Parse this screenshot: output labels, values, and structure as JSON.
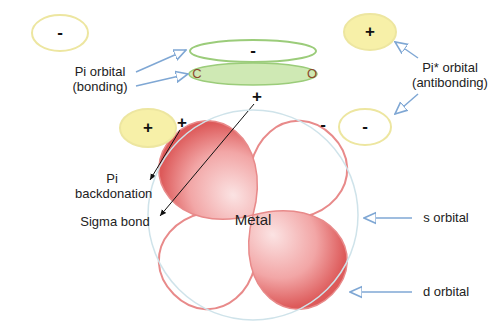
{
  "diagram": {
    "nodes": [
      {
        "text": [
          "-"
        ]
      },
      {
        "text": [
          "-"
        ]
      },
      {
        "text": [
          "+"
        ]
      },
      {
        "text": [
          "+"
        ]
      },
      {
        "text": [
          "-"
        ]
      },
      {
        "text": [
          "Metal"
        ]
      }
    ],
    "labels": [
      "C",
      "O",
      "Pi orbital (bonding)",
      "Pi* orbital (antibonding)",
      "+",
      "+",
      "-",
      "Pi backdonation",
      "Sigma bond",
      "s orbital",
      "d orbital"
    ]
  }
}
